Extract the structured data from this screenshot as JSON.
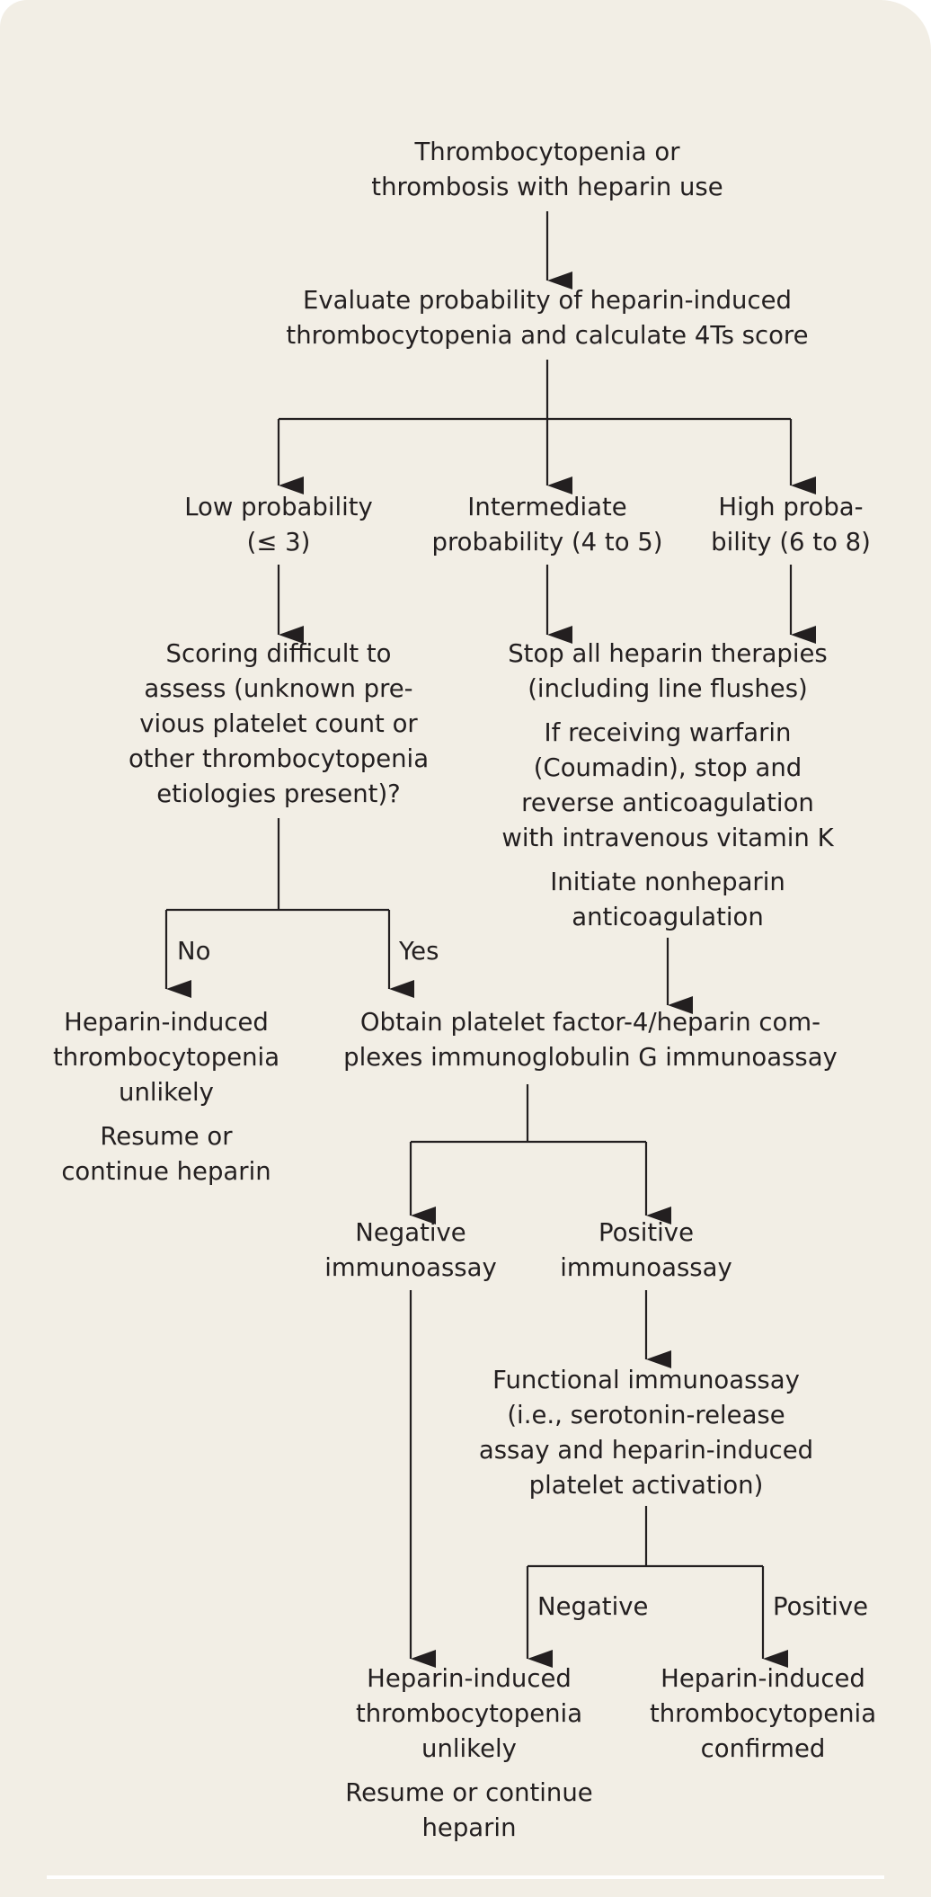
{
  "nodes": {
    "start": [
      "Thrombocytopenia or",
      "thrombosis with heparin use"
    ],
    "evaluate": [
      "Evaluate probability of heparin-induced",
      "thrombocytopenia and calculate 4Ts score"
    ],
    "low": [
      "Low probability",
      "(≤ 3)"
    ],
    "intermediate": [
      "Intermediate",
      "probability (4 to 5)"
    ],
    "high": [
      "High proba-",
      "bility (6 to 8)"
    ],
    "scoring": [
      "Scoring difficult to",
      "assess (unknown pre-",
      "vious platelet count or",
      "other thrombocytopenia",
      "etiologies present)?"
    ],
    "stop_heparin": [
      "Stop all heparin therapies",
      "(including line flushes)"
    ],
    "warfarin": [
      "If receiving warfarin",
      "(Coumadin), stop and",
      "reverse anticoagulation",
      "with intravenous vitamin K"
    ],
    "nonheparin": [
      "Initiate nonheparin",
      "anticoagulation"
    ],
    "hit_unlikely_left": [
      "Heparin-induced",
      "thrombocytopenia",
      "unlikely"
    ],
    "resume_left": [
      "Resume or",
      "continue heparin"
    ],
    "obtain_pf4": [
      "Obtain platelet factor-4/heparin com-",
      "plexes immunoglobulin G immunoassay"
    ],
    "negative_immunoassay": [
      "Negative",
      "immunoassay"
    ],
    "positive_immunoassay": [
      "Positive",
      "immunoassay"
    ],
    "functional": [
      "Functional immunoassay",
      "(i.e., serotonin-release",
      "assay and heparin-induced",
      "platelet activation)"
    ],
    "hit_unlikely_bottom": [
      "Heparin-induced",
      "thrombocytopenia",
      "unlikely"
    ],
    "resume_bottom": [
      "Resume or continue",
      "heparin"
    ],
    "hit_confirmed": [
      "Heparin-induced",
      "thrombocytopenia",
      "confirmed"
    ]
  },
  "edge_labels": {
    "no": "No",
    "yes": "Yes",
    "negative": "Negative",
    "positive": "Positive"
  },
  "colors": {
    "background": "#f2eee5",
    "text": "#231f20",
    "line": "#231f20"
  }
}
